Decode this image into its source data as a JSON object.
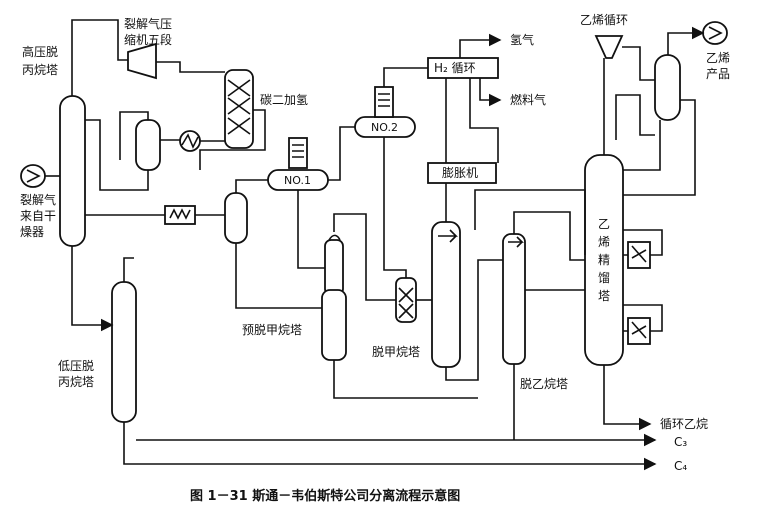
{
  "labels": {
    "cracked_gas_compressor_l1": "裂解气压",
    "cracked_gas_compressor_l2": "缩机五段",
    "hp_depropanizer_l1": "高压脱",
    "hp_depropanizer_l2": "丙烷塔",
    "acetylene_hydrogenation": "碳二加氢",
    "cracked_gas_l1": "裂解气",
    "cracked_gas_l2": "来自干",
    "cracked_gas_l3": "燥器",
    "no1": "NO.1",
    "no2": "NO.2",
    "h2_loop": "H₂ 循环",
    "hydrogen": "氢气",
    "fuel_gas": "燃料气",
    "expander": "膨胀机",
    "ethylene_loop": "乙烯循环",
    "ethylene_product_l1": "乙烯",
    "ethylene_product_l2": "产品",
    "prede_methanizer": "预脱甲烷塔",
    "demethanizer": "脱甲烷塔",
    "deethanizer": "脱乙烷塔",
    "ethylene_fractionator": "乙烯精馏塔",
    "lp_depropanizer_l1": "低压脱",
    "lp_depropanizer_l2": "丙烷塔",
    "recycle_ethane": "循环乙烷",
    "c3": "C₃",
    "c4": "C₄"
  },
  "caption": "图 1－31    斯通－韦伯斯特公司分离流程示意图"
}
